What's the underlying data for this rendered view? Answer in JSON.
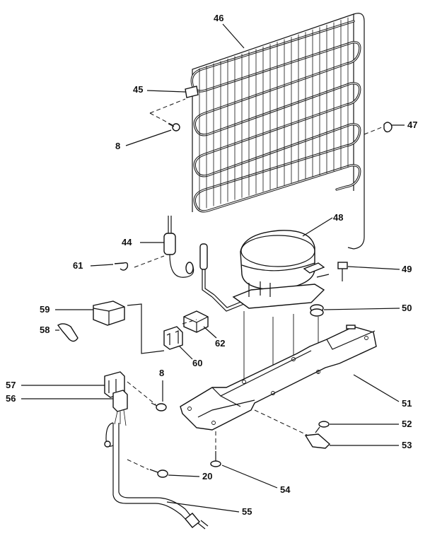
{
  "parts": [
    {
      "ref": "46"
    },
    {
      "ref": "45"
    },
    {
      "ref": "8"
    },
    {
      "ref": "47"
    },
    {
      "ref": "48"
    },
    {
      "ref": "44"
    },
    {
      "ref": "61"
    },
    {
      "ref": "49"
    },
    {
      "ref": "59"
    },
    {
      "ref": "50"
    },
    {
      "ref": "58"
    },
    {
      "ref": "62"
    },
    {
      "ref": "60"
    },
    {
      "ref": "8"
    },
    {
      "ref": "57"
    },
    {
      "ref": "51"
    },
    {
      "ref": "56"
    },
    {
      "ref": "52"
    },
    {
      "ref": "53"
    },
    {
      "ref": "20"
    },
    {
      "ref": "54"
    },
    {
      "ref": "55"
    }
  ]
}
